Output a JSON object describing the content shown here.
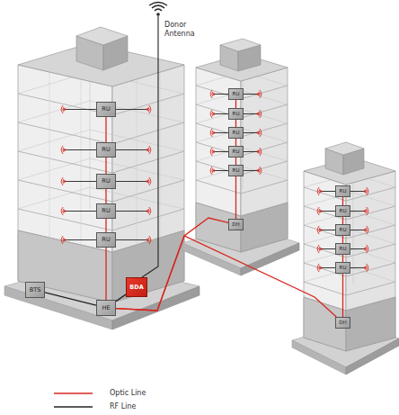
{
  "diagram": {
    "nodes": [
      {
        "text": [
          "RU"
        ]
      },
      {
        "text": [
          "RU"
        ]
      },
      {
        "text": [
          "RU"
        ]
      },
      {
        "text": [
          "RU"
        ]
      },
      {
        "text": [
          "RU"
        ]
      },
      {
        "text": [
          "BDA"
        ]
      },
      {
        "text": [
          "BTS"
        ]
      },
      {
        "text": [
          "HE"
        ]
      },
      {
        "text": [
          "RU"
        ]
      },
      {
        "text": [
          "RU"
        ]
      },
      {
        "text": [
          "RU"
        ]
      },
      {
        "text": [
          "RU"
        ]
      },
      {
        "text": [
          "RU"
        ]
      },
      {
        "text": [
          "DH"
        ]
      },
      {
        "text": [
          "RU"
        ]
      },
      {
        "text": [
          "RU"
        ]
      },
      {
        "text": [
          "RU"
        ]
      },
      {
        "text": [
          "RU"
        ]
      },
      {
        "text": [
          "RU"
        ]
      },
      {
        "text": [
          "DH"
        ]
      }
    ],
    "edges": [
      {
        "from": 7,
        "to": 4,
        "arrow": "none"
      },
      {
        "from": 4,
        "to": 3,
        "arrow": "none"
      },
      {
        "from": 3,
        "to": 2,
        "arrow": "none"
      },
      {
        "from": 2,
        "to": 1,
        "arrow": "none"
      },
      {
        "from": 1,
        "to": 0,
        "arrow": "none"
      },
      {
        "from": 6,
        "to": 7,
        "arrow": "none"
      },
      {
        "from": 5,
        "to": 7,
        "arrow": "none"
      },
      {
        "from": 7,
        "to": 13,
        "arrow": "none"
      },
      {
        "from": 7,
        "to": 19,
        "arrow": "none"
      },
      {
        "from": 13,
        "to": 12,
        "arrow": "none"
      },
      {
        "from": 12,
        "to": 11,
        "arrow": "none"
      },
      {
        "from": 11,
        "to": 10,
        "arrow": "none"
      },
      {
        "from": 10,
        "to": 9,
        "arrow": "none"
      },
      {
        "from": 9,
        "to": 8,
        "arrow": "none"
      },
      {
        "from": 19,
        "to": 18,
        "arrow": "none"
      },
      {
        "from": 18,
        "to": 17,
        "arrow": "none"
      },
      {
        "from": 17,
        "to": 16,
        "arrow": "none"
      },
      {
        "from": 16,
        "to": 15,
        "arrow": "none"
      },
      {
        "from": 15,
        "to": 14,
        "arrow": "none"
      }
    ],
    "labels": [
      "Donor Antenna"
    ],
    "legend": [
      {
        "text": "Optic Line"
      },
      {
        "text": "RF Line"
      }
    ]
  }
}
